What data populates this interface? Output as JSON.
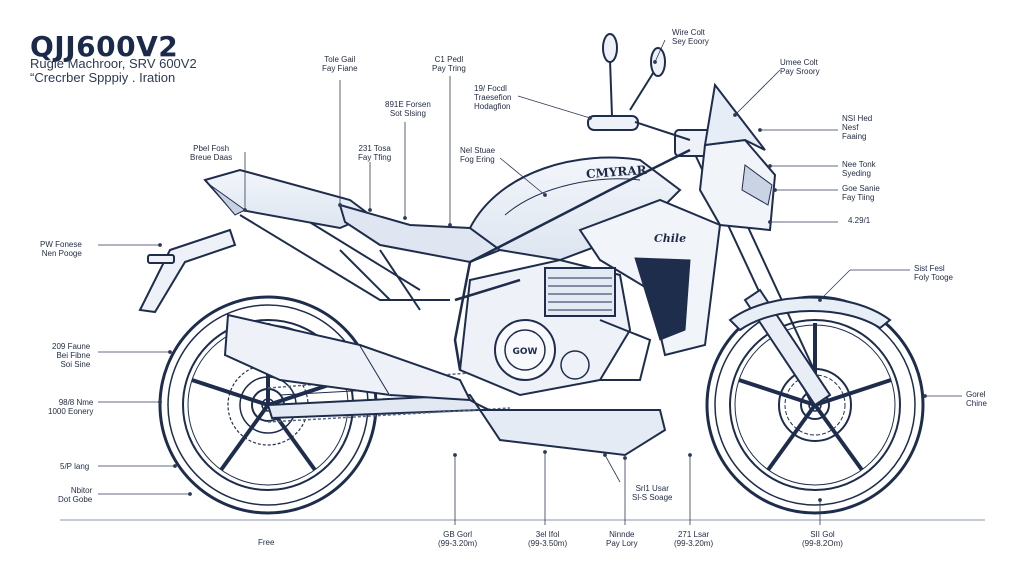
{
  "header": {
    "title": "QJJ600V2",
    "subtitle": "Rugle Machroor, SRV 600V2",
    "subtitle2": "“Crecrber Spppiy . Iration"
  },
  "tank_brand": "CMYRAR",
  "fairing_brand": "Chile",
  "engine_badge": "GOW",
  "callouts": {
    "top_seat": [
      "Tole Gail",
      "Fay Fiane"
    ],
    "top_pedal": [
      "C1 Pedl",
      "Pay Tring"
    ],
    "top_wire": [
      "Wire Colt",
      "Sey Eoory"
    ],
    "mid_seat": [
      "891E Forsen",
      "Sot Slsing"
    ],
    "mid_trans": [
      "19/ Focdl",
      "Traesefion",
      "Hodagfion"
    ],
    "upper_right": [
      "Umee Colt",
      "Pay Sroory"
    ],
    "left_rear": [
      "Pbel Fosh",
      "Breue Daas"
    ],
    "mid_frame": [
      "231 Tosa",
      "Fay Tfing"
    ],
    "tank_label": [
      "Nel Stuae",
      "Fog Ering"
    ],
    "right_head": [
      "NSI Hed",
      "Nesf",
      "Faaing"
    ],
    "right_tank": [
      "Nee Tonk",
      "Syeding"
    ],
    "right_side": [
      "Goe Sanie",
      "Fay Tiing"
    ],
    "right_code": [
      "4.29/1"
    ],
    "left_fender": [
      "PW Fonese",
      "Nen Pooge"
    ],
    "right_fork": [
      "Sist Fesl",
      "Foly Tooge"
    ],
    "left_swing": [
      "209 Faune",
      "Bei Fibne",
      "Soi Sine"
    ],
    "left_wheel": [
      "98/8 Nme",
      "1000 Eonery"
    ],
    "right_wheel": [
      "Gorel",
      "Chine"
    ],
    "left_chain": [
      "5/P lang"
    ],
    "left_stand": [
      "Nbitor",
      "Dot Gobe"
    ],
    "bottom_mid": [
      "Srl1 Usar",
      "Sl-S Soage"
    ],
    "bottom_1": [
      "Free"
    ],
    "bottom_2": [
      "GB Gorl",
      "(99-3.20m)"
    ],
    "bottom_3": [
      "3el Ifol",
      "(99-3.50m)"
    ],
    "bottom_4": [
      "Ninnde",
      "Pay Lory"
    ],
    "bottom_5": [
      "271 Lsar",
      "(99-3.20m)"
    ],
    "bottom_6": [
      "SII Gol",
      "(99-8.2Om)"
    ]
  }
}
